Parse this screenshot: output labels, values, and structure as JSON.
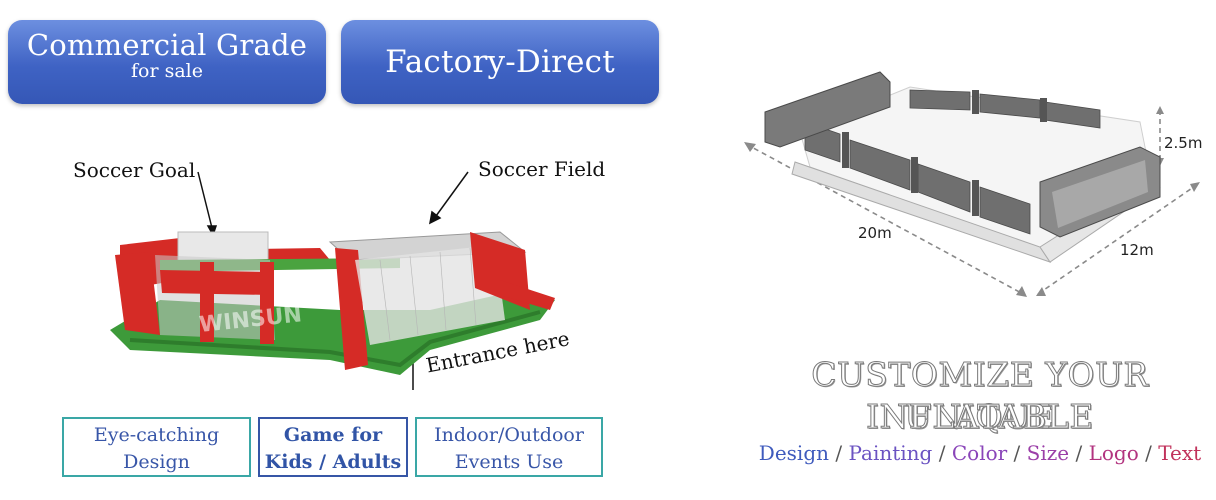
{
  "badges": {
    "left_main": "Commercial Grade",
    "left_sub": "for sale",
    "right": "Factory-Direct"
  },
  "callouts": {
    "goal": "Soccer Goal",
    "field": "Soccer Field",
    "entrance": "Entrance here"
  },
  "features": [
    {
      "line1": "Eye-catching",
      "line2": "Design"
    },
    {
      "line1": "Game for",
      "line2": "Kids / Adults"
    },
    {
      "line1": "Indoor/Outdoor",
      "line2": "Events Use"
    }
  ],
  "diagram": {
    "length": "20m",
    "width": "12m",
    "height": "2.5m"
  },
  "headline": {
    "line1": "CUSTOMIZE YOUR UNIQUE",
    "line2": "INFLATABLE"
  },
  "options": {
    "design": "Design",
    "painting": "Painting",
    "color": "Color",
    "size": "Size",
    "logo": "Logo",
    "text": "Text",
    "separator": "/"
  },
  "colors": {
    "badge_blue": "#3f63c4",
    "feature_border": "#3aa7a6",
    "inflatable_red": "#d52b26",
    "inflatable_green": "#3d9a3a"
  }
}
